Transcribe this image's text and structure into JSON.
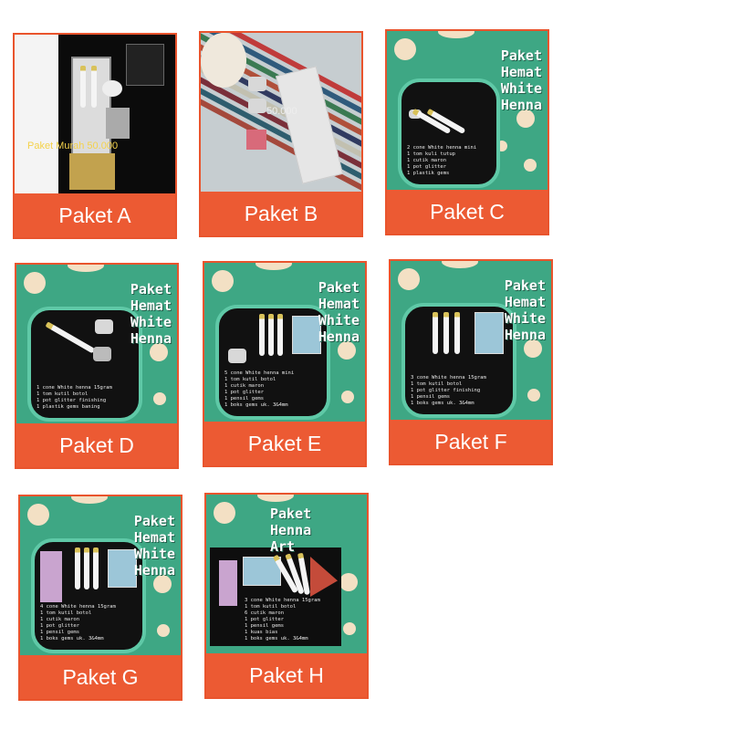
{
  "cards": [
    {
      "label": "Paket A",
      "caption": "Paket Murah 50.000"
    },
    {
      "label": "Paket B",
      "price": "50.000"
    },
    {
      "label": "Paket C",
      "title": "Paket Hemat White Henna",
      "items": [
        "2 cone White henna mini",
        "1 tom kuli tutup",
        "1 cutik maron",
        "1 pot glitter",
        "1 plastik gems"
      ]
    },
    {
      "label": "Paket D",
      "title": "Paket Hemat White Henna",
      "items": [
        "1 cone White henna 15gram",
        "1 tom kutil botol",
        "1 pot glitter finishing",
        "1 plastik gems baning"
      ]
    },
    {
      "label": "Paket E",
      "title": "Paket Hemat White Henna",
      "items": [
        "5 cone White henna mini",
        "1 tom kutil botol",
        "1 cutik maron",
        "1 pot glitter",
        "1 pensil gems",
        "1 boks gems uk. 3&4mm"
      ]
    },
    {
      "label": "Paket F",
      "title": "Paket Hemat White Henna",
      "items": [
        "3 cone White henna 15gram",
        "1 tom kutil botol",
        "1 pot glitter finishing",
        "1 pensil gems",
        "1 boks gems uk. 3&4mm"
      ]
    },
    {
      "label": "Paket G",
      "title": "Paket Hemat White Henna",
      "items": [
        "4 cone White henna 15gram",
        "1 tom kutil botol",
        "1 cutik maron",
        "1 pot glitter",
        "1 pensil gems",
        "1 boks gems uk. 3&4mm"
      ]
    },
    {
      "label": "Paket H",
      "title": "Paket Henna Art",
      "items": [
        "3 cone White henna 15gram",
        "1 tom kutil botol",
        "6 cutik maron",
        "1 pot glitter",
        "1 pensil gems",
        "1 kuas bias",
        "1 boks gems uk. 3&4mm"
      ]
    }
  ]
}
